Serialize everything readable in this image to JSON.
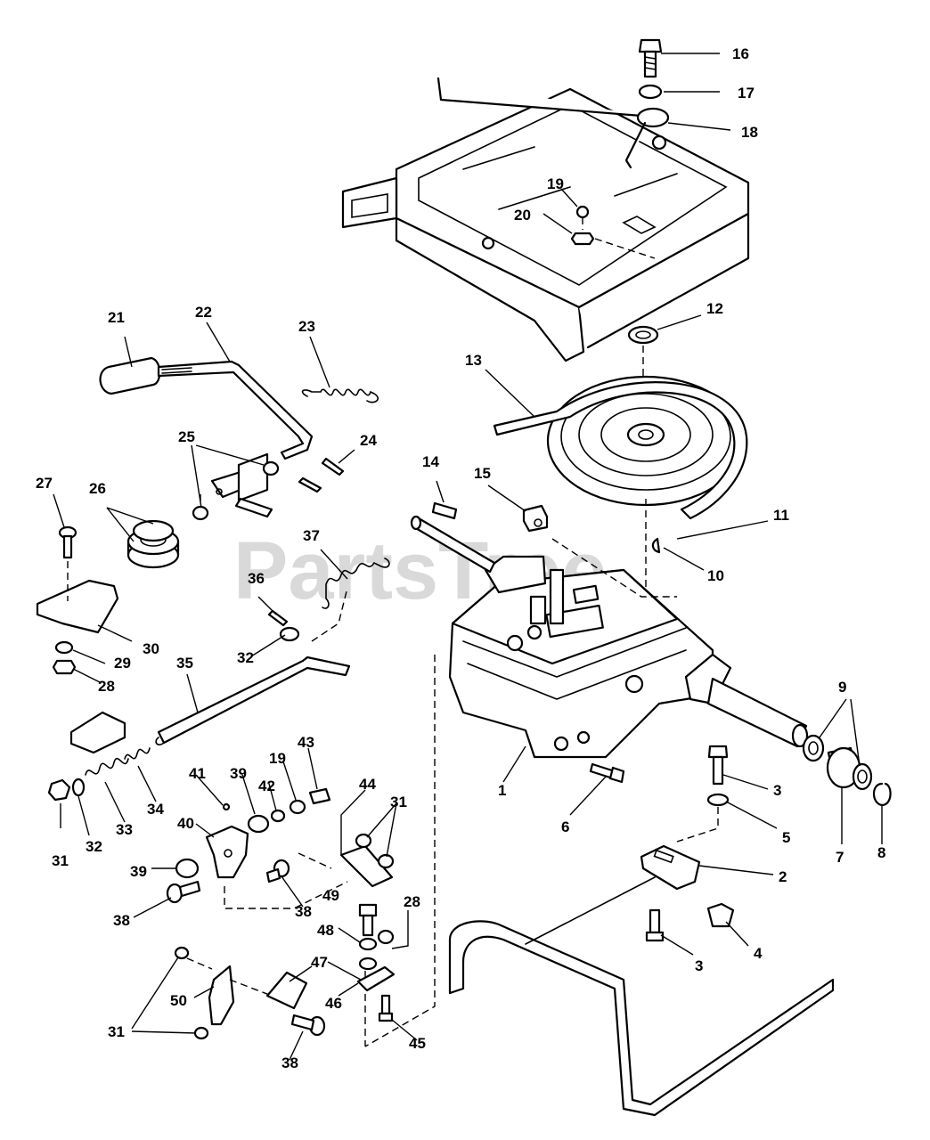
{
  "watermark": "PartsTree",
  "callouts": {
    "c1": "1",
    "c2": "2",
    "c3a": "3",
    "c3b": "3",
    "c4": "4",
    "c5": "5",
    "c6": "6",
    "c7": "7",
    "c8": "8",
    "c9": "9",
    "c10": "10",
    "c11": "11",
    "c12": "12",
    "c13": "13",
    "c14": "14",
    "c15": "15",
    "c16": "16",
    "c17": "17",
    "c18": "18",
    "c19a": "19",
    "c19b": "19",
    "c20": "20",
    "c21": "21",
    "c22": "22",
    "c23": "23",
    "c24": "24",
    "c25": "25",
    "c26": "26",
    "c27": "27",
    "c28a": "28",
    "c28b": "28",
    "c29": "29",
    "c30": "30",
    "c31a": "31",
    "c31b": "31",
    "c31c": "31",
    "c32a": "32",
    "c32b": "32",
    "c33": "33",
    "c34": "34",
    "c35": "35",
    "c36": "36",
    "c37": "37",
    "c38a": "38",
    "c38b": "38",
    "c38c": "38",
    "c39a": "39",
    "c39b": "39",
    "c40": "40",
    "c41": "41",
    "c42": "42",
    "c43": "43",
    "c44": "44",
    "c45": "45",
    "c46": "46",
    "c47": "47",
    "c48": "48",
    "c49": "49",
    "c50": "50"
  }
}
